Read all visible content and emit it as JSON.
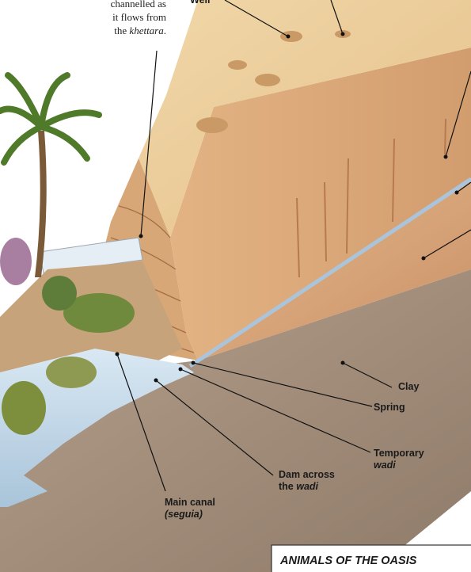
{
  "caption": {
    "line1": "channelled as",
    "line2": "it flows from",
    "line3_prefix": "the ",
    "line3_italic": "khettara",
    "line3_suffix": "."
  },
  "labels": {
    "well": "Well",
    "clay": "Clay",
    "spring": "Spring",
    "temporary_wadi_line1": "Temporary",
    "temporary_wadi_line2": "wadi",
    "dam_line1": "Dam across",
    "dam_line2_prefix": "the ",
    "dam_line2_italic": "wadi",
    "main_canal_line1": "Main canal",
    "main_canal_line2": "(seguia)"
  },
  "box_title": "ANIMALS OF THE OASIS"
}
